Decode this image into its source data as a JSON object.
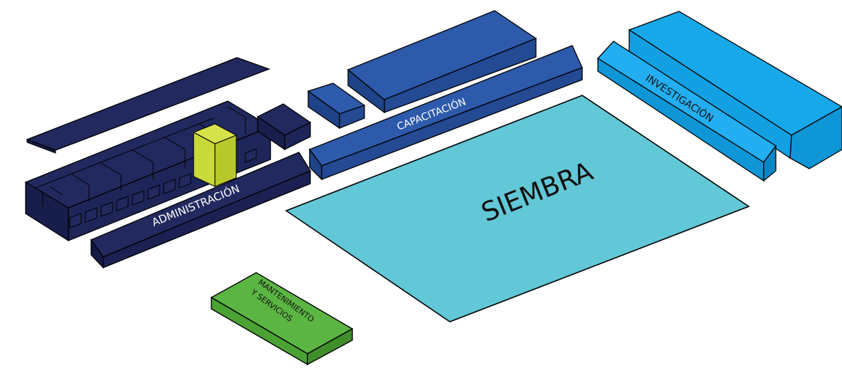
{
  "zones": {
    "administracion": {
      "label": "ADMINISTRACIÓN",
      "color": "#22295f",
      "highlight": "#c8d93a"
    },
    "capacitacion": {
      "label": "CAPACITACIÓN",
      "color": "#2b56a6"
    },
    "investigacion": {
      "label": "INVESTIGACIÓN",
      "color": "#1aa6e6"
    },
    "siembra": {
      "label": "SIEMBRA",
      "color": "#62c7d6"
    },
    "mantenimiento": {
      "label_line1": "MANTENIMIENTO",
      "label_line2": "Y SERVICIOS",
      "color": "#5bb543"
    }
  }
}
